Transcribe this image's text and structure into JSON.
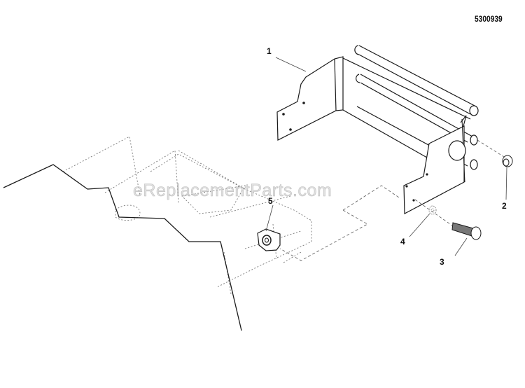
{
  "diagram": {
    "id": "5300939",
    "watermark": "eReplacementParts.com",
    "callouts": [
      {
        "number": "1",
        "part": "bumper-bracket"
      },
      {
        "number": "2",
        "part": "tube-cap"
      },
      {
        "number": "3",
        "part": "bolt"
      },
      {
        "number": "4",
        "part": "washer"
      },
      {
        "number": "5",
        "part": "nut"
      }
    ],
    "colors": {
      "line": "#1a1a1a",
      "dashed": "#555555",
      "background": "#ffffff"
    }
  }
}
